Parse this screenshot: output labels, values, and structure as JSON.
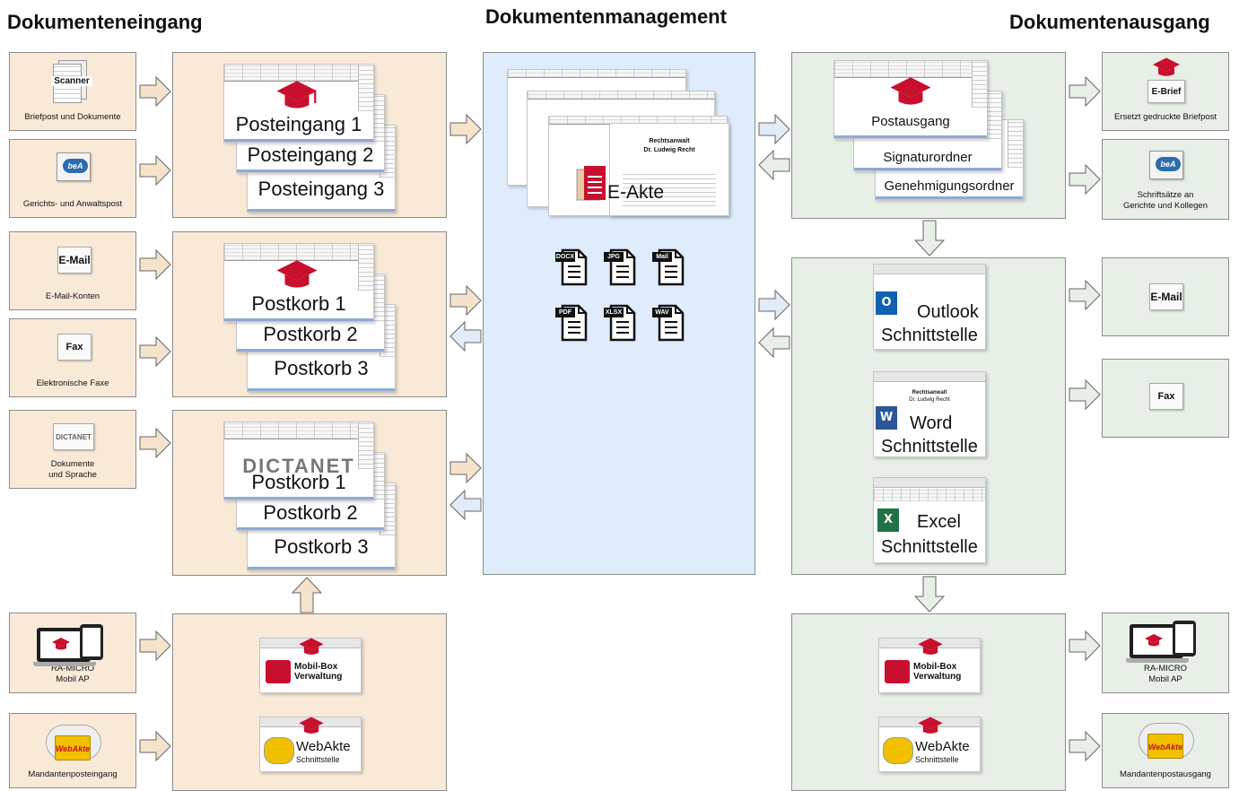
{
  "headings": {
    "inbound": "Dokumenteneingang",
    "management": "Dokumentenmanagement",
    "outbound": "Dokumentenausgang"
  },
  "sources": [
    {
      "icon": "Scanner",
      "label": "Briefpost und Dokumente"
    },
    {
      "icon": "beA",
      "label": "Gerichts- und Anwaltspost"
    },
    {
      "icon": "E-Mail",
      "label": "E-Mail-Konten"
    },
    {
      "icon": "Fax",
      "label": "Elektronische Faxe"
    },
    {
      "icon": "DICTANET",
      "label": "Dokumente\nund Sprache"
    },
    {
      "icon": "",
      "label": "RA-MICRO\nMobil AP"
    },
    {
      "icon": "",
      "label": "Mandantenposteingang"
    }
  ],
  "inbound": {
    "group1": [
      "Posteingang 1",
      "Posteingang 2",
      "Posteingang 3"
    ],
    "group2": [
      "Postkorb 1",
      "Postkorb 2",
      "Postkorb 3"
    ],
    "group3": [
      "Postkorb 1",
      "Postkorb 2",
      "Postkorb 3"
    ],
    "dictanet_logo": "DICTANET",
    "mobilbox": "Mobil-Box\nVerwaltung",
    "webakte": "WebAkte",
    "webakte_sub": "Schnittstelle"
  },
  "management": {
    "eakte": "E-Akte",
    "letter_line1": "Rechtsanwalt",
    "letter_line2": "Dr. Ludwig Recht",
    "filetypes": [
      "DOCX",
      "JPG",
      "Mail",
      "PDF",
      "XLSX",
      "WAV"
    ]
  },
  "outbound": {
    "post": [
      "Postausgang",
      "Signaturordner",
      "Genehmigungsordner"
    ],
    "interfaces": [
      {
        "name": "Outlook",
        "sub": "Schnittstelle"
      },
      {
        "name": "Word",
        "sub": "Schnittstelle"
      },
      {
        "name": "Excel",
        "sub": "Schnittstelle"
      }
    ],
    "word_letter_line1": "Rechtsanwalt",
    "word_letter_line2": "Dr. Ludwig Recht",
    "mobilbox": "Mobil-Box\nVerwaltung",
    "webakte": "WebAkte",
    "webakte_sub": "Schnittstelle"
  },
  "targets": [
    {
      "icon": "E-Brief",
      "label": "Ersetzt gedruckte  Briefpost"
    },
    {
      "icon": "beA",
      "label": "Schriftsätze an\nGerichte und Kollegen"
    },
    {
      "icon": "E-Mail",
      "label": ""
    },
    {
      "icon": "Fax",
      "label": ""
    },
    {
      "icon": "",
      "label": "RA-MICRO\nMobil AP"
    },
    {
      "icon": "",
      "label": "Mandantenpostausgang"
    }
  ],
  "colors": {
    "inbound_bg": "#f9ead8",
    "management_bg": "#deecfb",
    "outbound_bg": "#e7efe7",
    "brand_red": "#c8102e",
    "arrow_in": "#f6e3cc",
    "arrow_out": "#e2ecf8"
  }
}
